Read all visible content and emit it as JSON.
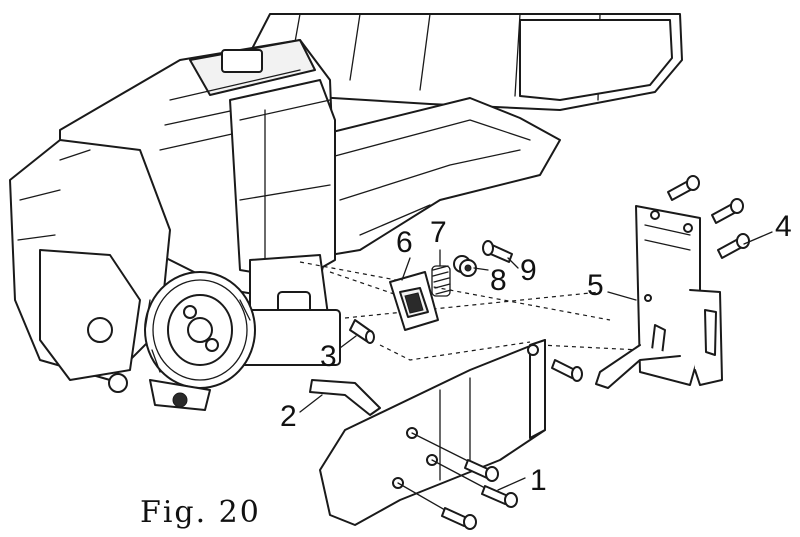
{
  "figure": {
    "caption": "Fig. 20"
  },
  "callouts": {
    "c1": "1",
    "c2": "2",
    "c3": "3",
    "c4": "4",
    "c5": "5",
    "c6": "6",
    "c7": "7",
    "c8": "8",
    "c9": "9"
  }
}
